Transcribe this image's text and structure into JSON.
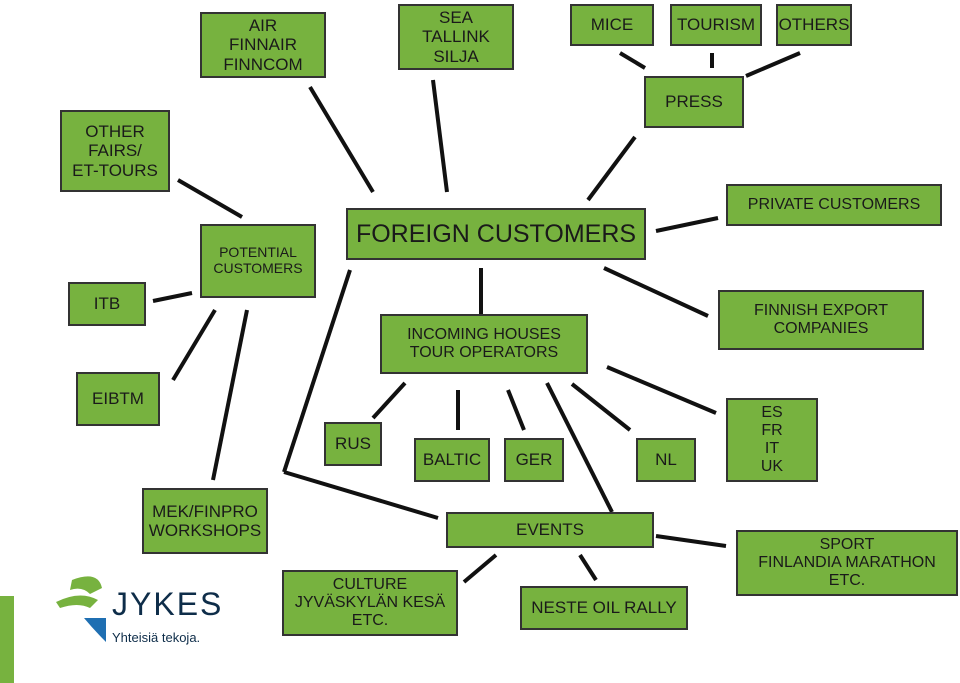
{
  "nodes": {
    "air": "AIR\nFINNAIR\nFINNCOM",
    "sea": "SEA\nTALLINK\nSILJA",
    "mice": "MICE",
    "tourism": "TOURISM",
    "others": "OTHERS",
    "press": "PRESS",
    "other_fairs": "OTHER\nFAIRS/\nET-TOURS",
    "potential": "POTENTIAL\nCUSTOMERS",
    "foreign": "FOREIGN CUSTOMERS",
    "private": "PRIVATE CUSTOMERS",
    "itb": "ITB",
    "incoming": "INCOMING HOUSES\nTOUR OPERATORS",
    "finnish_export": "FINNISH EXPORT\nCOMPANIES",
    "eibtm": "EIBTM",
    "rus": "RUS",
    "baltic": "BALTIC",
    "ger": "GER",
    "nl": "NL",
    "countries": "ES\nFR\nIT\nUK",
    "mek": "MEK/FINPRO\nWORKSHOPS",
    "events": "EVENTS",
    "sport": "SPORT\nFINLANDIA MARATHON\nETC.",
    "culture": "CULTURE\nJYVÄSKYLÄN KESÄ\nETC.",
    "neste": "NESTE OIL RALLY"
  },
  "logo": {
    "name": "JYKES",
    "tagline": "Yhteisiä tekoja."
  },
  "colors": {
    "box_fill": "#77b23f",
    "box_border": "#333333",
    "connector": "#111111",
    "logo_green": "#77b23f",
    "logo_blue": "#1f6fb2",
    "logo_text": "#0e2d49"
  }
}
